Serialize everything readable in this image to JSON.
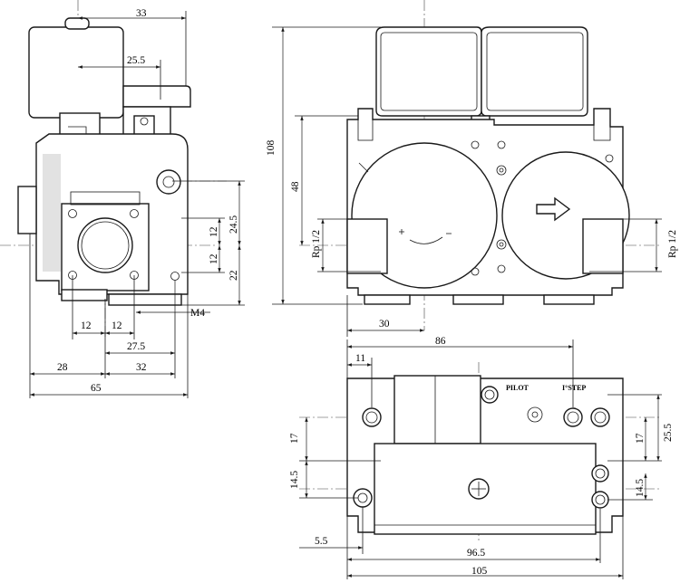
{
  "dimensions": {
    "left_view": {
      "top_33": "33",
      "top_25_5": "25.5",
      "right_24_5": "24.5",
      "right_12_upper": "12",
      "right_12_lower": "12",
      "right_22": "22",
      "thread": "M4",
      "bottom_12_left": "12",
      "bottom_12_right": "12",
      "bottom_27_5": "27.5",
      "bottom_28": "28",
      "bottom_32": "32",
      "bottom_65": "65"
    },
    "front_view": {
      "height_108": "108",
      "height_48": "48",
      "inlet_thread": "Rp 1/2",
      "outlet_thread": "Rp 1/2",
      "offset_30": "30"
    },
    "top_view": {
      "width_86": "86",
      "offset_11": "11",
      "left_17": "17",
      "left_14_5": "14.5",
      "right_17": "17",
      "right_25_5": "25.5",
      "right_14_5": "14.5",
      "offset_5_5": "5.5",
      "width_96_5": "96.5",
      "width_105": "105"
    }
  },
  "labels": {
    "pilot": "PILOT",
    "first_step": "I°STEP"
  }
}
